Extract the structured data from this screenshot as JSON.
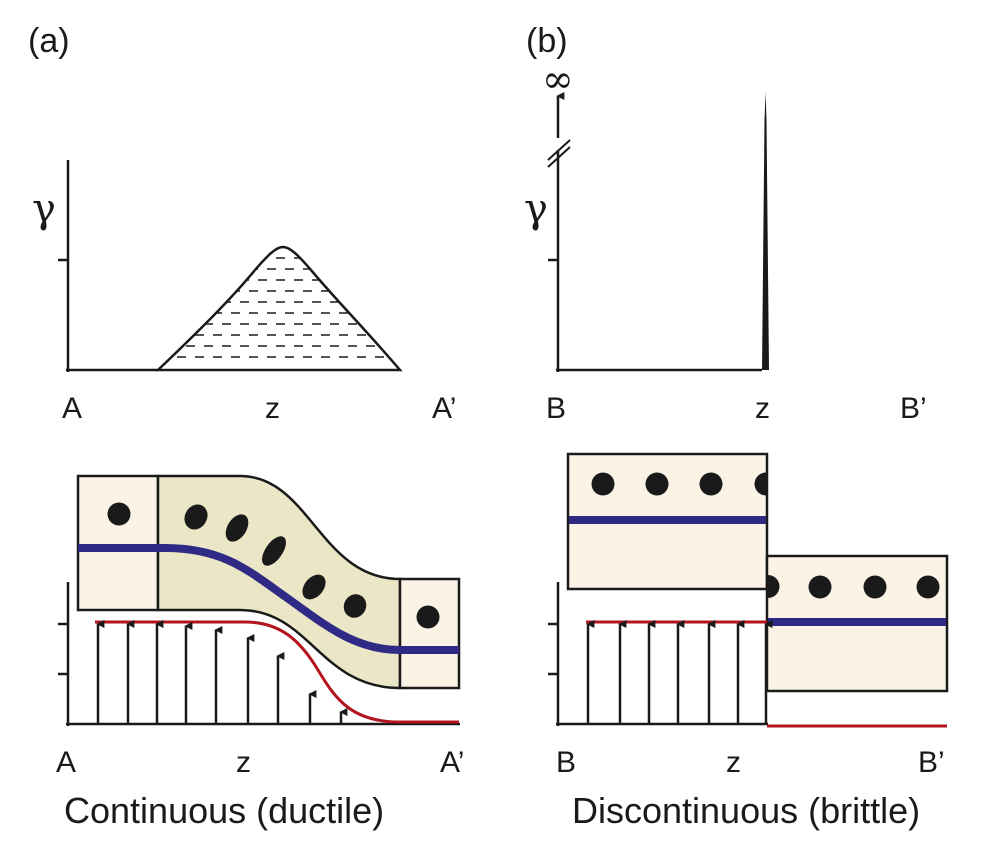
{
  "panel_a": {
    "tag": "(a)",
    "y_symbol": "γ",
    "axis_left": "A",
    "axis_mid": "z",
    "axis_right": "A’",
    "bottom_left": "A",
    "bottom_mid": "z",
    "bottom_right": "A’",
    "caption": "Continuous (ductile)"
  },
  "panel_b": {
    "tag": "(b)",
    "y_symbol": "γ",
    "infinity": "∞",
    "axis_left": "B",
    "axis_mid": "z",
    "axis_right": "B’",
    "bottom_left": "B",
    "bottom_mid": "z",
    "bottom_right": "B’",
    "caption": "Discontinuous (brittle)"
  },
  "colors": {
    "ink": "#1a1a1a",
    "cream_block": "#fbf4e6",
    "green_zone": "#ebe6c6",
    "marker_blue": "#2e2a85",
    "stress_red": "#b3141e"
  }
}
